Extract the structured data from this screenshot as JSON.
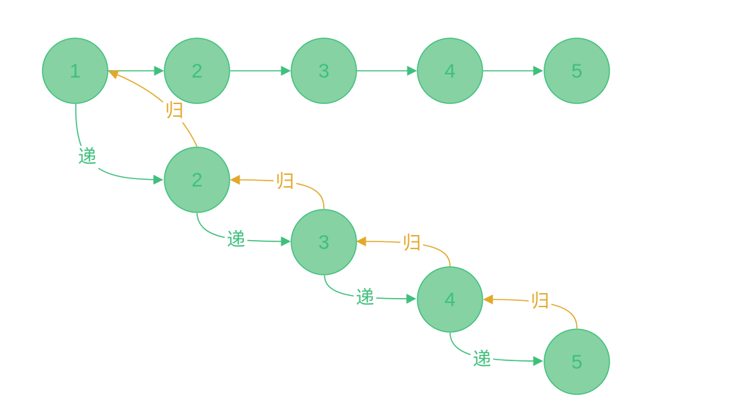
{
  "colors": {
    "node_fill": "#86d2a3",
    "node_stroke": "#3fbf7c",
    "recurse": "#3fbf7c",
    "return": "#e2a82a"
  },
  "nodes": [
    {
      "id": "top1",
      "label": "1"
    },
    {
      "id": "top2",
      "label": "2"
    },
    {
      "id": "top3",
      "label": "3"
    },
    {
      "id": "top4",
      "label": "4"
    },
    {
      "id": "top5",
      "label": "5"
    },
    {
      "id": "d2",
      "label": "2"
    },
    {
      "id": "d3",
      "label": "3"
    },
    {
      "id": "d4",
      "label": "4"
    },
    {
      "id": "d5",
      "label": "5"
    }
  ],
  "edges": [
    {
      "id": "e-top1-top2",
      "from": "top1",
      "to": "top2",
      "kind": "next"
    },
    {
      "id": "e-top2-top3",
      "from": "top2",
      "to": "top3",
      "kind": "next"
    },
    {
      "id": "e-top3-top4",
      "from": "top3",
      "to": "top4",
      "kind": "next"
    },
    {
      "id": "e-top4-top5",
      "from": "top4",
      "to": "top5",
      "kind": "next"
    },
    {
      "id": "e-recurse-1-2",
      "from": "top1",
      "to": "d2",
      "kind": "recurse",
      "label": "递"
    },
    {
      "id": "e-recurse-2-3",
      "from": "d2",
      "to": "d3",
      "kind": "recurse",
      "label": "递"
    },
    {
      "id": "e-recurse-3-4",
      "from": "d3",
      "to": "d4",
      "kind": "recurse",
      "label": "递"
    },
    {
      "id": "e-recurse-4-5",
      "from": "d4",
      "to": "d5",
      "kind": "recurse",
      "label": "递"
    },
    {
      "id": "e-return-2-1",
      "from": "d2",
      "to": "top1",
      "kind": "return",
      "label": "归"
    },
    {
      "id": "e-return-3-2",
      "from": "d3",
      "to": "d2",
      "kind": "return",
      "label": "归"
    },
    {
      "id": "e-return-4-3",
      "from": "d4",
      "to": "d3",
      "kind": "return",
      "label": "归"
    },
    {
      "id": "e-return-5-4",
      "from": "d5",
      "to": "d4",
      "kind": "return",
      "label": "归"
    }
  ]
}
